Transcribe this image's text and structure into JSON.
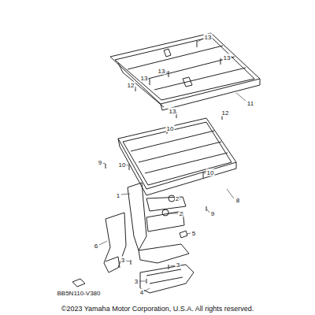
{
  "diagram": {
    "caption": "©2023 Yamaha Motor Corporation, U.S.A. All rights reserved.",
    "labels": [
      "13",
      "13",
      "13",
      "13",
      "12",
      "11",
      "13",
      "12",
      "10",
      "9",
      "10",
      "10",
      "1",
      "2",
      "8",
      "9",
      "2",
      "5",
      "6",
      "3",
      "3",
      "3",
      "4",
      "BB5N110-V380"
    ]
  }
}
